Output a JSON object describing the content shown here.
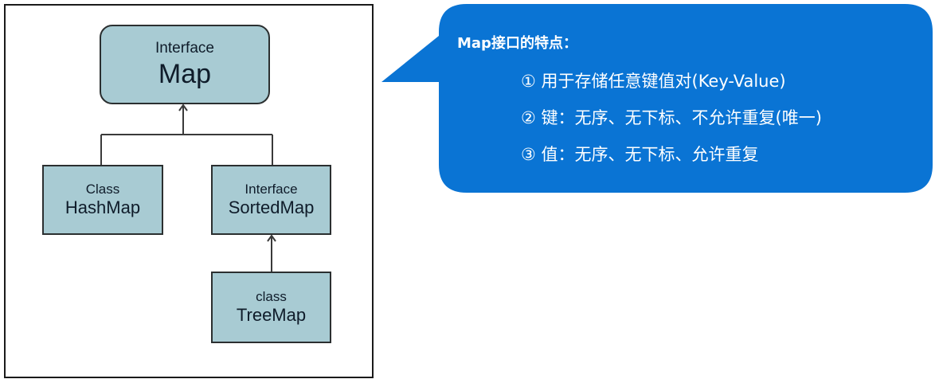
{
  "diagram": {
    "nodes": [
      {
        "id": "map",
        "kind": "Interface",
        "name": "Map"
      },
      {
        "id": "hashmap",
        "kind": "Class",
        "name": "HashMap"
      },
      {
        "id": "sortedmap",
        "kind": "Interface",
        "name": "SortedMap"
      },
      {
        "id": "treemap",
        "kind": "class",
        "name": "TreeMap"
      }
    ],
    "edges": [
      {
        "from": "HashMap",
        "to": "Map",
        "type": "inheritance-arrow"
      },
      {
        "from": "SortedMap",
        "to": "Map",
        "type": "inheritance-arrow"
      },
      {
        "from": "TreeMap",
        "to": "SortedMap",
        "type": "inheritance-arrow"
      }
    ],
    "colors": {
      "node_fill": "#a8cbd3",
      "node_border": "#2b2f30",
      "frame": "#1a1a1a"
    }
  },
  "callout": {
    "title": "Map接口的特点：",
    "items": [
      "① 用于存储任意键值对(Key-Value)",
      "② 键：无序、无下标、不允许重复(唯一)",
      "③ 值：无序、无下标、允许重复"
    ],
    "colors": {
      "fill": "#0a74d4",
      "text": "#ffffff"
    }
  }
}
